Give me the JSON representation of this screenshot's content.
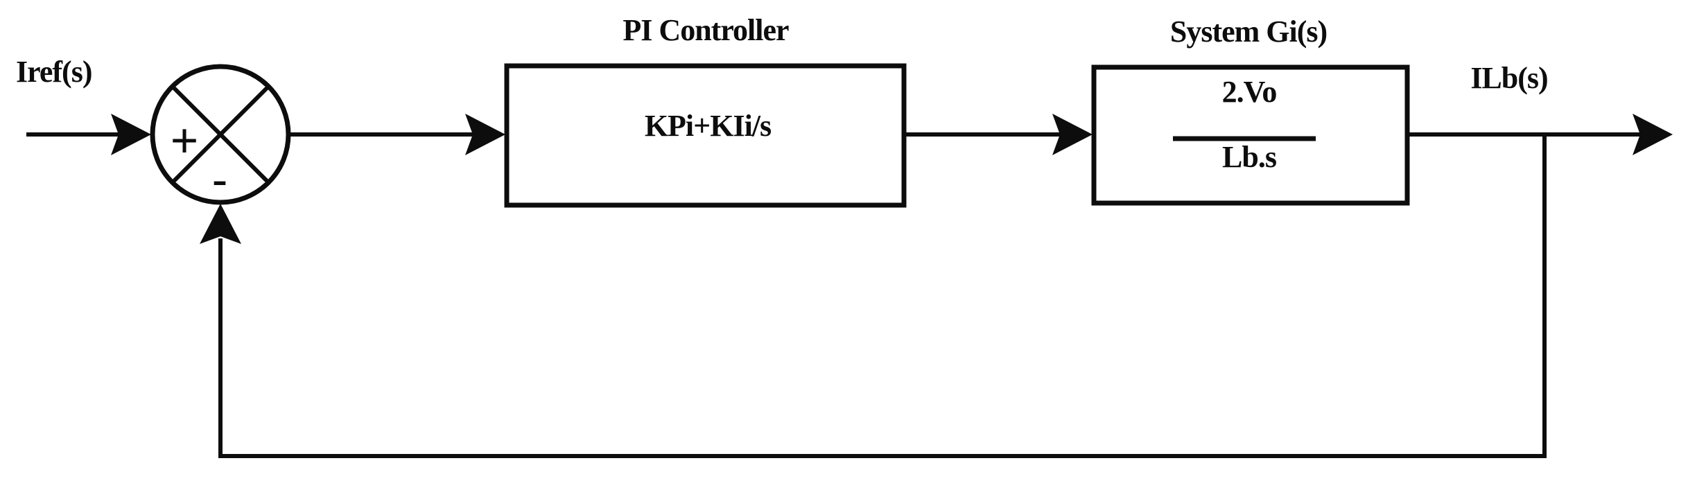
{
  "diagram": {
    "input_label": "Iref(s)",
    "output_label": "ILb(s)",
    "summing_junction": {
      "plus_sign": "+",
      "minus_sign": "-"
    },
    "pi_block": {
      "title": "PI Controller",
      "formula": "KPi+KIi/s"
    },
    "system_block": {
      "title": "System Gi(s)",
      "numerator": "2.Vo",
      "denominator": "Lb.s"
    },
    "colors": {
      "ink": "#0d0d0d",
      "background": "#ffffff"
    }
  }
}
